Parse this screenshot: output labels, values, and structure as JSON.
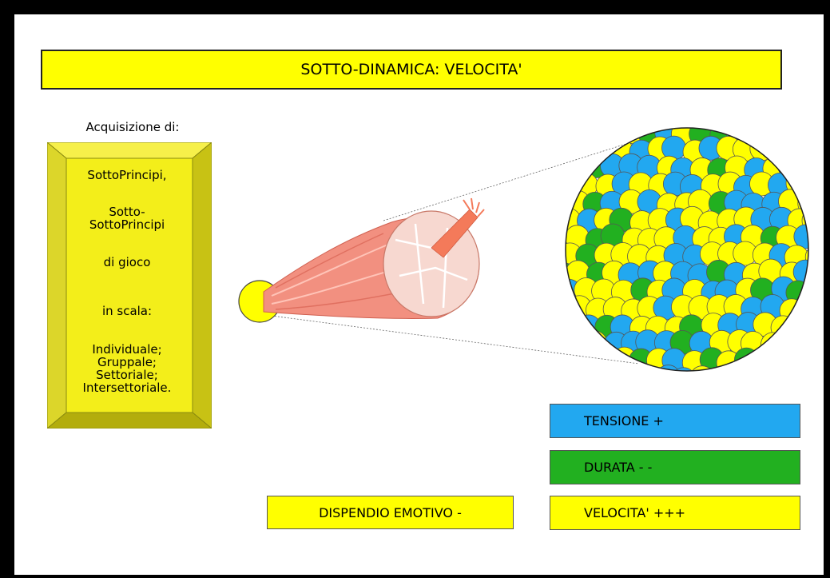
{
  "title": "SOTTO-DINAMICA: VELOCITA'",
  "acquisition": {
    "heading": "Acquisizione di:",
    "lines": [
      "SottoPrincipi,",
      "Sotto-",
      "SottoPrincipi",
      "di gioco",
      "in scala:",
      "Individuale;",
      "Gruppale;",
      "Settoriale;",
      "Intersettoriale."
    ]
  },
  "legend": {
    "tension": "TENSIONE  +",
    "duration": "DURATA  - -",
    "speed": "VELOCITA' +++"
  },
  "emotional": "DISPENDIO EMOTIVO  -",
  "colors": {
    "yellow": "#ffff00",
    "blue": "#22a8f0",
    "green": "#22b020",
    "muscle": "#f08878"
  }
}
